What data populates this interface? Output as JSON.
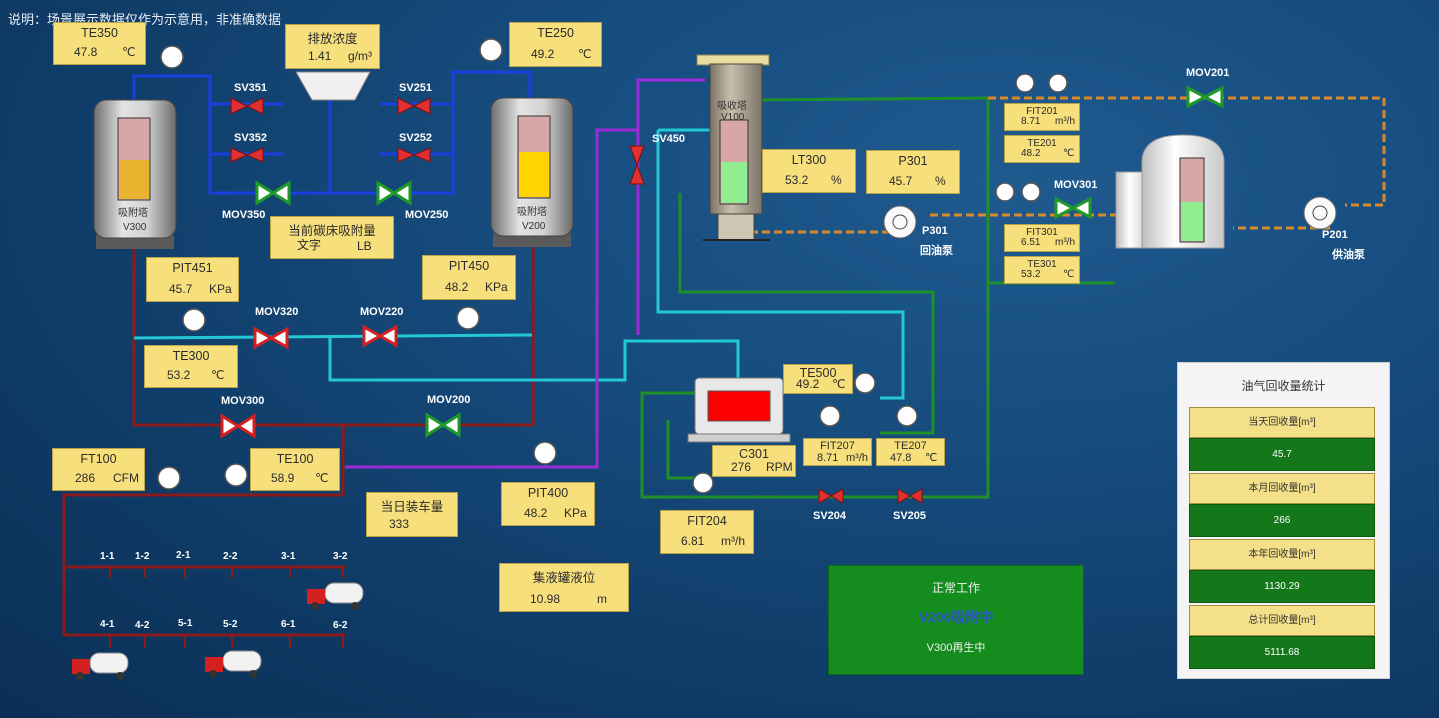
{
  "note": "说明：场景展示数据仅作为示意用，非准确数据",
  "tanks": {
    "v300": {
      "name": "吸附塔",
      "tag": "V300"
    },
    "v200": {
      "name": "吸附塔",
      "tag": "V200"
    },
    "v100": {
      "name": "吸收塔",
      "tag": "V100"
    }
  },
  "instruments": {
    "te350": {
      "tag": "TE350",
      "value": "47.8",
      "unit": "℃"
    },
    "emission": {
      "tag": "排放浓度",
      "value": "1.41",
      "unit": "g/m³"
    },
    "te250": {
      "tag": "TE250",
      "value": "49.2",
      "unit": "℃"
    },
    "adsorb": {
      "tag": "当前碳床吸附量",
      "value": "文字",
      "unit": "LB"
    },
    "pit451": {
      "tag": "PIT451",
      "value": "45.7",
      "unit": "KPa"
    },
    "pit450": {
      "tag": "PIT450",
      "value": "48.2",
      "unit": "KPa"
    },
    "te300": {
      "tag": "TE300",
      "value": "53.2",
      "unit": "℃"
    },
    "lt300": {
      "tag": "LT300",
      "value": "53.2",
      "unit": "%"
    },
    "p301": {
      "tag": "P301",
      "value": "45.7",
      "unit": "%"
    },
    "te500": {
      "tag": "TE500",
      "value": "49.2",
      "unit": "℃"
    },
    "c301": {
      "tag": "C301",
      "value": "276",
      "unit": "RPM"
    },
    "fit207": {
      "tag": "FIT207",
      "value": "8.71",
      "unit": "m³/h"
    },
    "te207": {
      "tag": "TE207",
      "value": "47.8",
      "unit": "℃"
    },
    "fit204": {
      "tag": "FIT204",
      "value": "6.81",
      "unit": "m³/h"
    },
    "ft100": {
      "tag": "FT100",
      "value": "286",
      "unit": "CFM"
    },
    "te100": {
      "tag": "TE100",
      "value": "58.9",
      "unit": "℃"
    },
    "loadcount": {
      "tag": "当日装车量",
      "value": "333",
      "unit": ""
    },
    "pit400": {
      "tag": "PIT400",
      "value": "48.2",
      "unit": "KPa"
    },
    "level": {
      "tag": "集液罐液位",
      "value": "10.98",
      "unit": "m"
    },
    "fit201": {
      "tag": "FIT201",
      "value": "8.71",
      "unit": "m³/h"
    },
    "te201": {
      "tag": "TE201",
      "value": "48.2",
      "unit": "℃"
    },
    "fit301": {
      "tag": "FIT301",
      "value": "6.51",
      "unit": "m³/h"
    },
    "te301": {
      "tag": "TE301",
      "value": "53.2",
      "unit": "℃"
    }
  },
  "valves": {
    "sv351": "SV351",
    "sv352": "SV352",
    "sv251": "SV251",
    "sv252": "SV252",
    "mov350": "MOV350",
    "mov250": "MOV250",
    "sv450": "SV450",
    "mov320": "MOV320",
    "mov220": "MOV220",
    "mov300": "MOV300",
    "mov200": "MOV200",
    "mov201": "MOV201",
    "mov301": "MOV301",
    "sv204": "SV204",
    "sv205": "SV205"
  },
  "pumps": {
    "p301": {
      "tag": "P301",
      "name": "回油泵"
    },
    "p201": {
      "tag": "P201",
      "name": "供油泵"
    }
  },
  "loading_slots": [
    "1-1",
    "1-2",
    "2-1",
    "2-2",
    "3-1",
    "3-2",
    "4-1",
    "4-2",
    "5-1",
    "5-2",
    "6-1",
    "6-2"
  ],
  "status": {
    "line1": "正常工作",
    "line2": "V200吸附中",
    "line3": "V300再生中"
  },
  "stats": {
    "title": "油气回收量统计",
    "rows": [
      {
        "label": "当天回收量[m³]",
        "value": "45.7"
      },
      {
        "label": "本月回收量[m³]",
        "value": "266"
      },
      {
        "label": "本年回收量[m³]",
        "value": "1130.29"
      },
      {
        "label": "总计回收量[m³]",
        "value": "5111.68"
      }
    ]
  },
  "colors": {
    "blue_pipe": "#1a3fe0",
    "red_pipe": "#8b1a1a",
    "cyan_pipe": "#22c8d6",
    "purple_pipe": "#9b2bd6",
    "green_pipe": "#1f8f2a",
    "orange_pipe": "#d98a2a",
    "panel": "#f7e07c",
    "status_green": "#148c1e"
  }
}
